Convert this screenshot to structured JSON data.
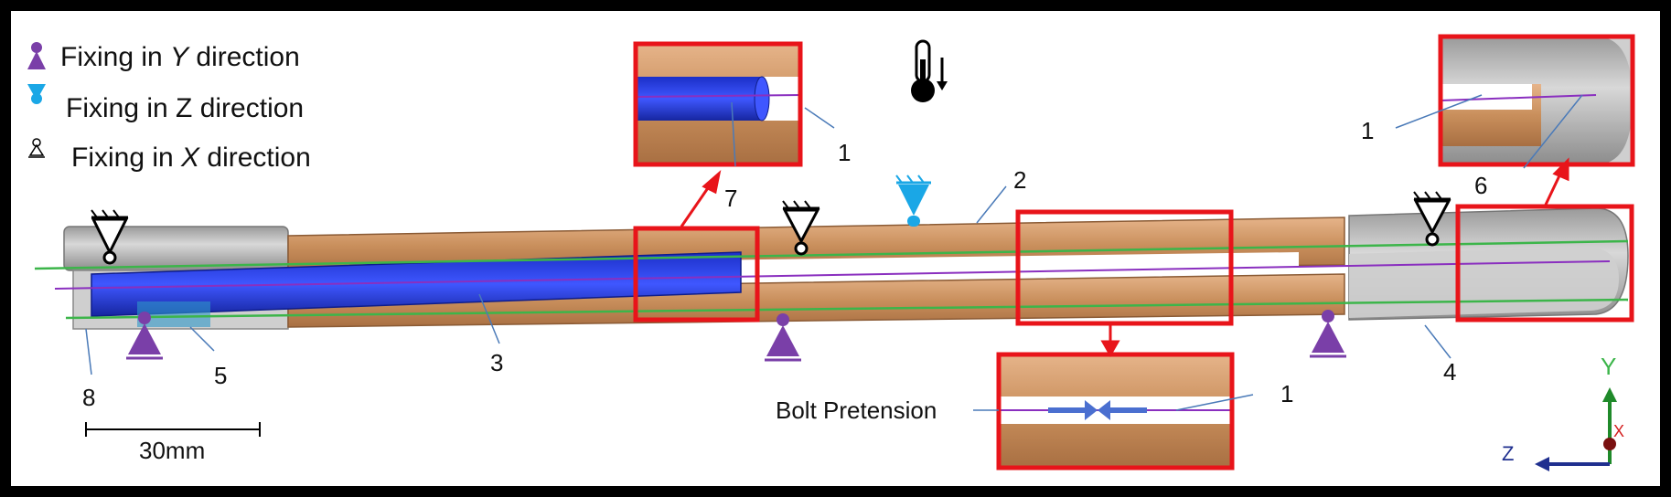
{
  "legend": {
    "items": [
      {
        "prefix": "Fixing in ",
        "axis": "Y",
        "suffix": " direction",
        "icon": "purple-triangle-support-icon",
        "color": "#7a3fa8"
      },
      {
        "prefix": "Fixing in ",
        "axis": "Z",
        "suffix": " direction",
        "icon": "cyan-triangle-support-icon",
        "color": "#1aa7e6"
      },
      {
        "prefix": "Fixing in ",
        "axis": "X",
        "suffix": " direction",
        "icon": "open-triangle-support-icon",
        "color": "#000000"
      }
    ]
  },
  "thermometer": {
    "icon": "thermometer-down-icon"
  },
  "callouts": [
    "1",
    "1",
    "1",
    "2",
    "3",
    "4",
    "5",
    "6",
    "7",
    "8"
  ],
  "labels": {
    "bolt_pretension": "Bolt Pretension",
    "scale": "30mm"
  },
  "axes": {
    "y": "Y",
    "z": "Z",
    "x": "X",
    "y_color": "#2e9e3a",
    "z_color": "#1f2f8f",
    "x_color": "#d42020"
  },
  "colors": {
    "highlight_box": "#e8141a",
    "copper": "#c8905f",
    "bolt": "#2a3fd6",
    "steel": "#bdbdbd",
    "frame": "#000000"
  }
}
